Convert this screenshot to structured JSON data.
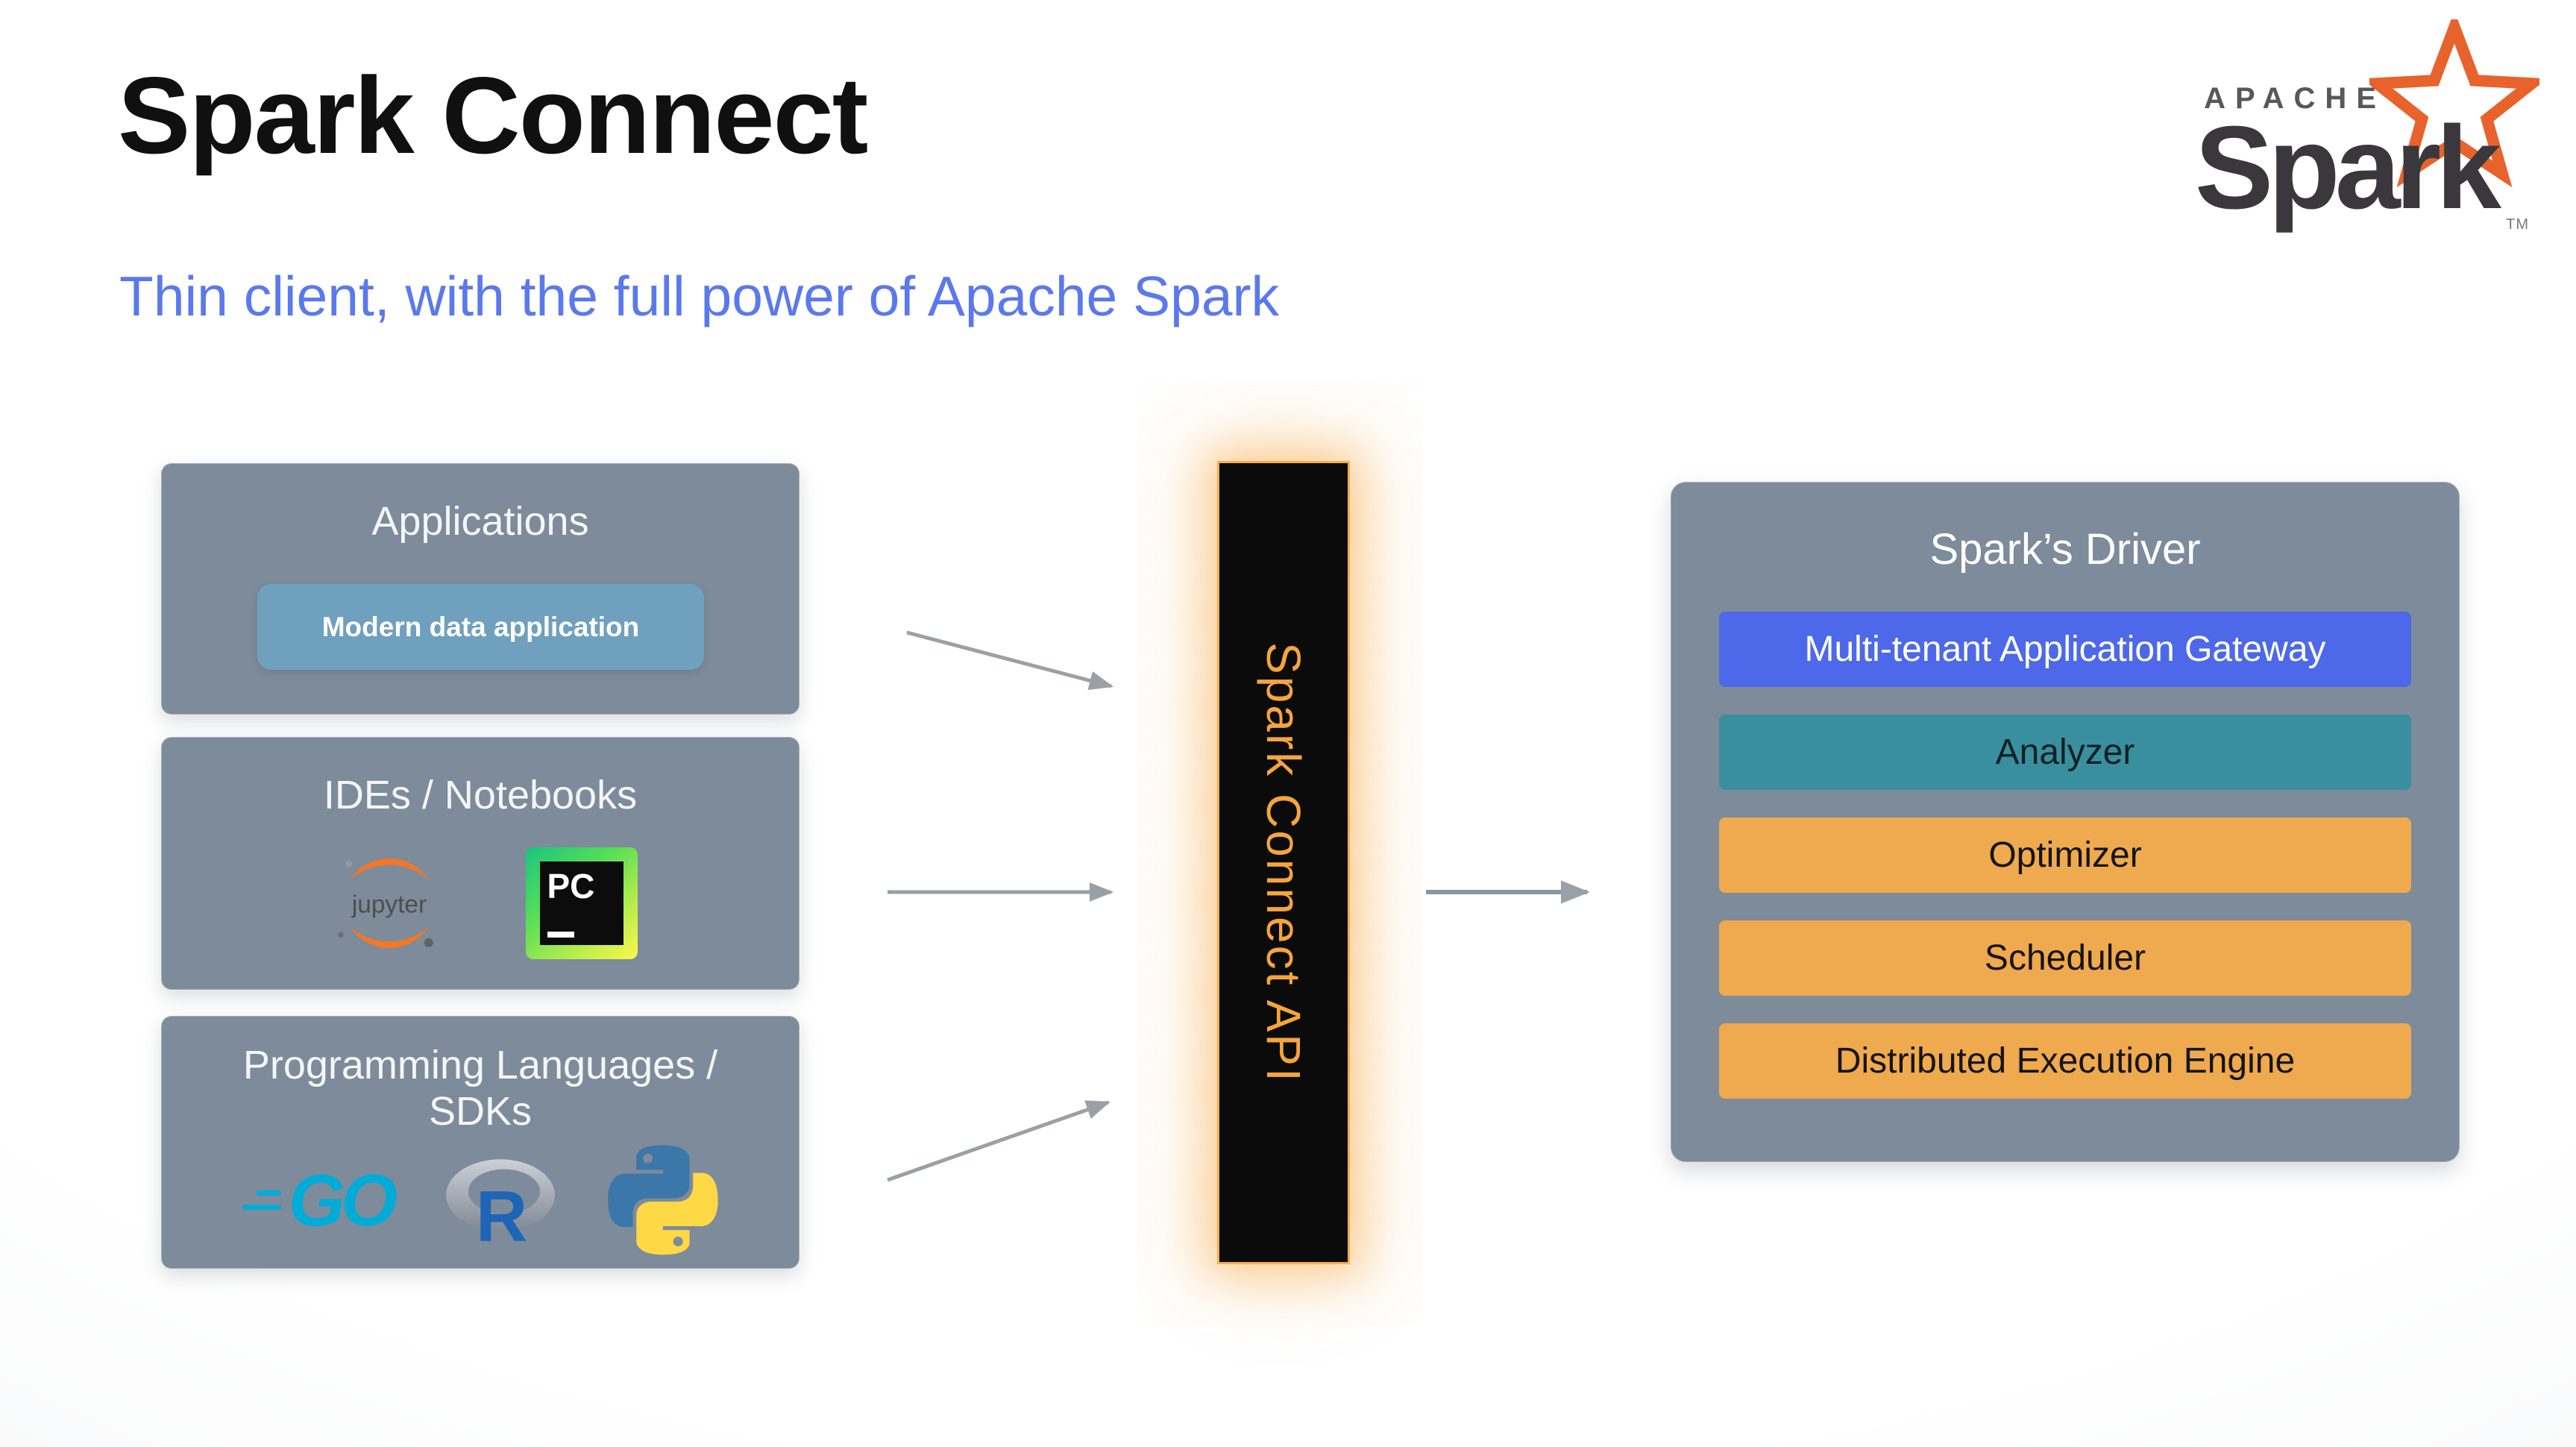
{
  "slide": {
    "title": "Spark Connect",
    "subtitle": "Thin client, with the full power of Apache Spark"
  },
  "spark_logo": {
    "apache": "APACHE",
    "spark": "Spark",
    "trademark": "TM"
  },
  "sources": {
    "applications": {
      "title": "Applications",
      "chip": "Modern data application"
    },
    "ides": {
      "title": "IDEs / Notebooks",
      "jupyter_label": "jupyter",
      "pycharm_label": "PC"
    },
    "languages": {
      "title": "Programming Languages / SDKs",
      "go_label": "GO",
      "r_label": "R"
    }
  },
  "connector": {
    "label": "Spark Connect API",
    "background": "#0b0b0b",
    "text_color": "#f5a53c"
  },
  "driver": {
    "title": "Spark’s Driver",
    "rows": [
      {
        "label": "Multi-tenant Application Gateway",
        "color": "#4d68e9",
        "text_color": "#ffffff"
      },
      {
        "label": "Analyzer",
        "color": "#3a8f9e",
        "text_color": "#0e2124"
      },
      {
        "label": "Optimizer",
        "color": "#efa94e",
        "text_color": "#141414"
      },
      {
        "label": "Scheduler",
        "color": "#efa94e",
        "text_color": "#141414"
      },
      {
        "label": "Distributed Execution Engine",
        "color": "#efa94e",
        "text_color": "#141414"
      }
    ]
  },
  "colors": {
    "panel": "#7d8b9a",
    "chip": "#6fa0bd",
    "subtitle_blue": "#5b79ed",
    "arrow_gray": "#9aa0a6",
    "star_orange": "#e8622c",
    "jupyter_orange": "#f37726",
    "go_blue": "#00acd7",
    "python_blue": "#3b77a8",
    "python_yellow": "#ffd845",
    "r_blue": "#1f65b7"
  }
}
